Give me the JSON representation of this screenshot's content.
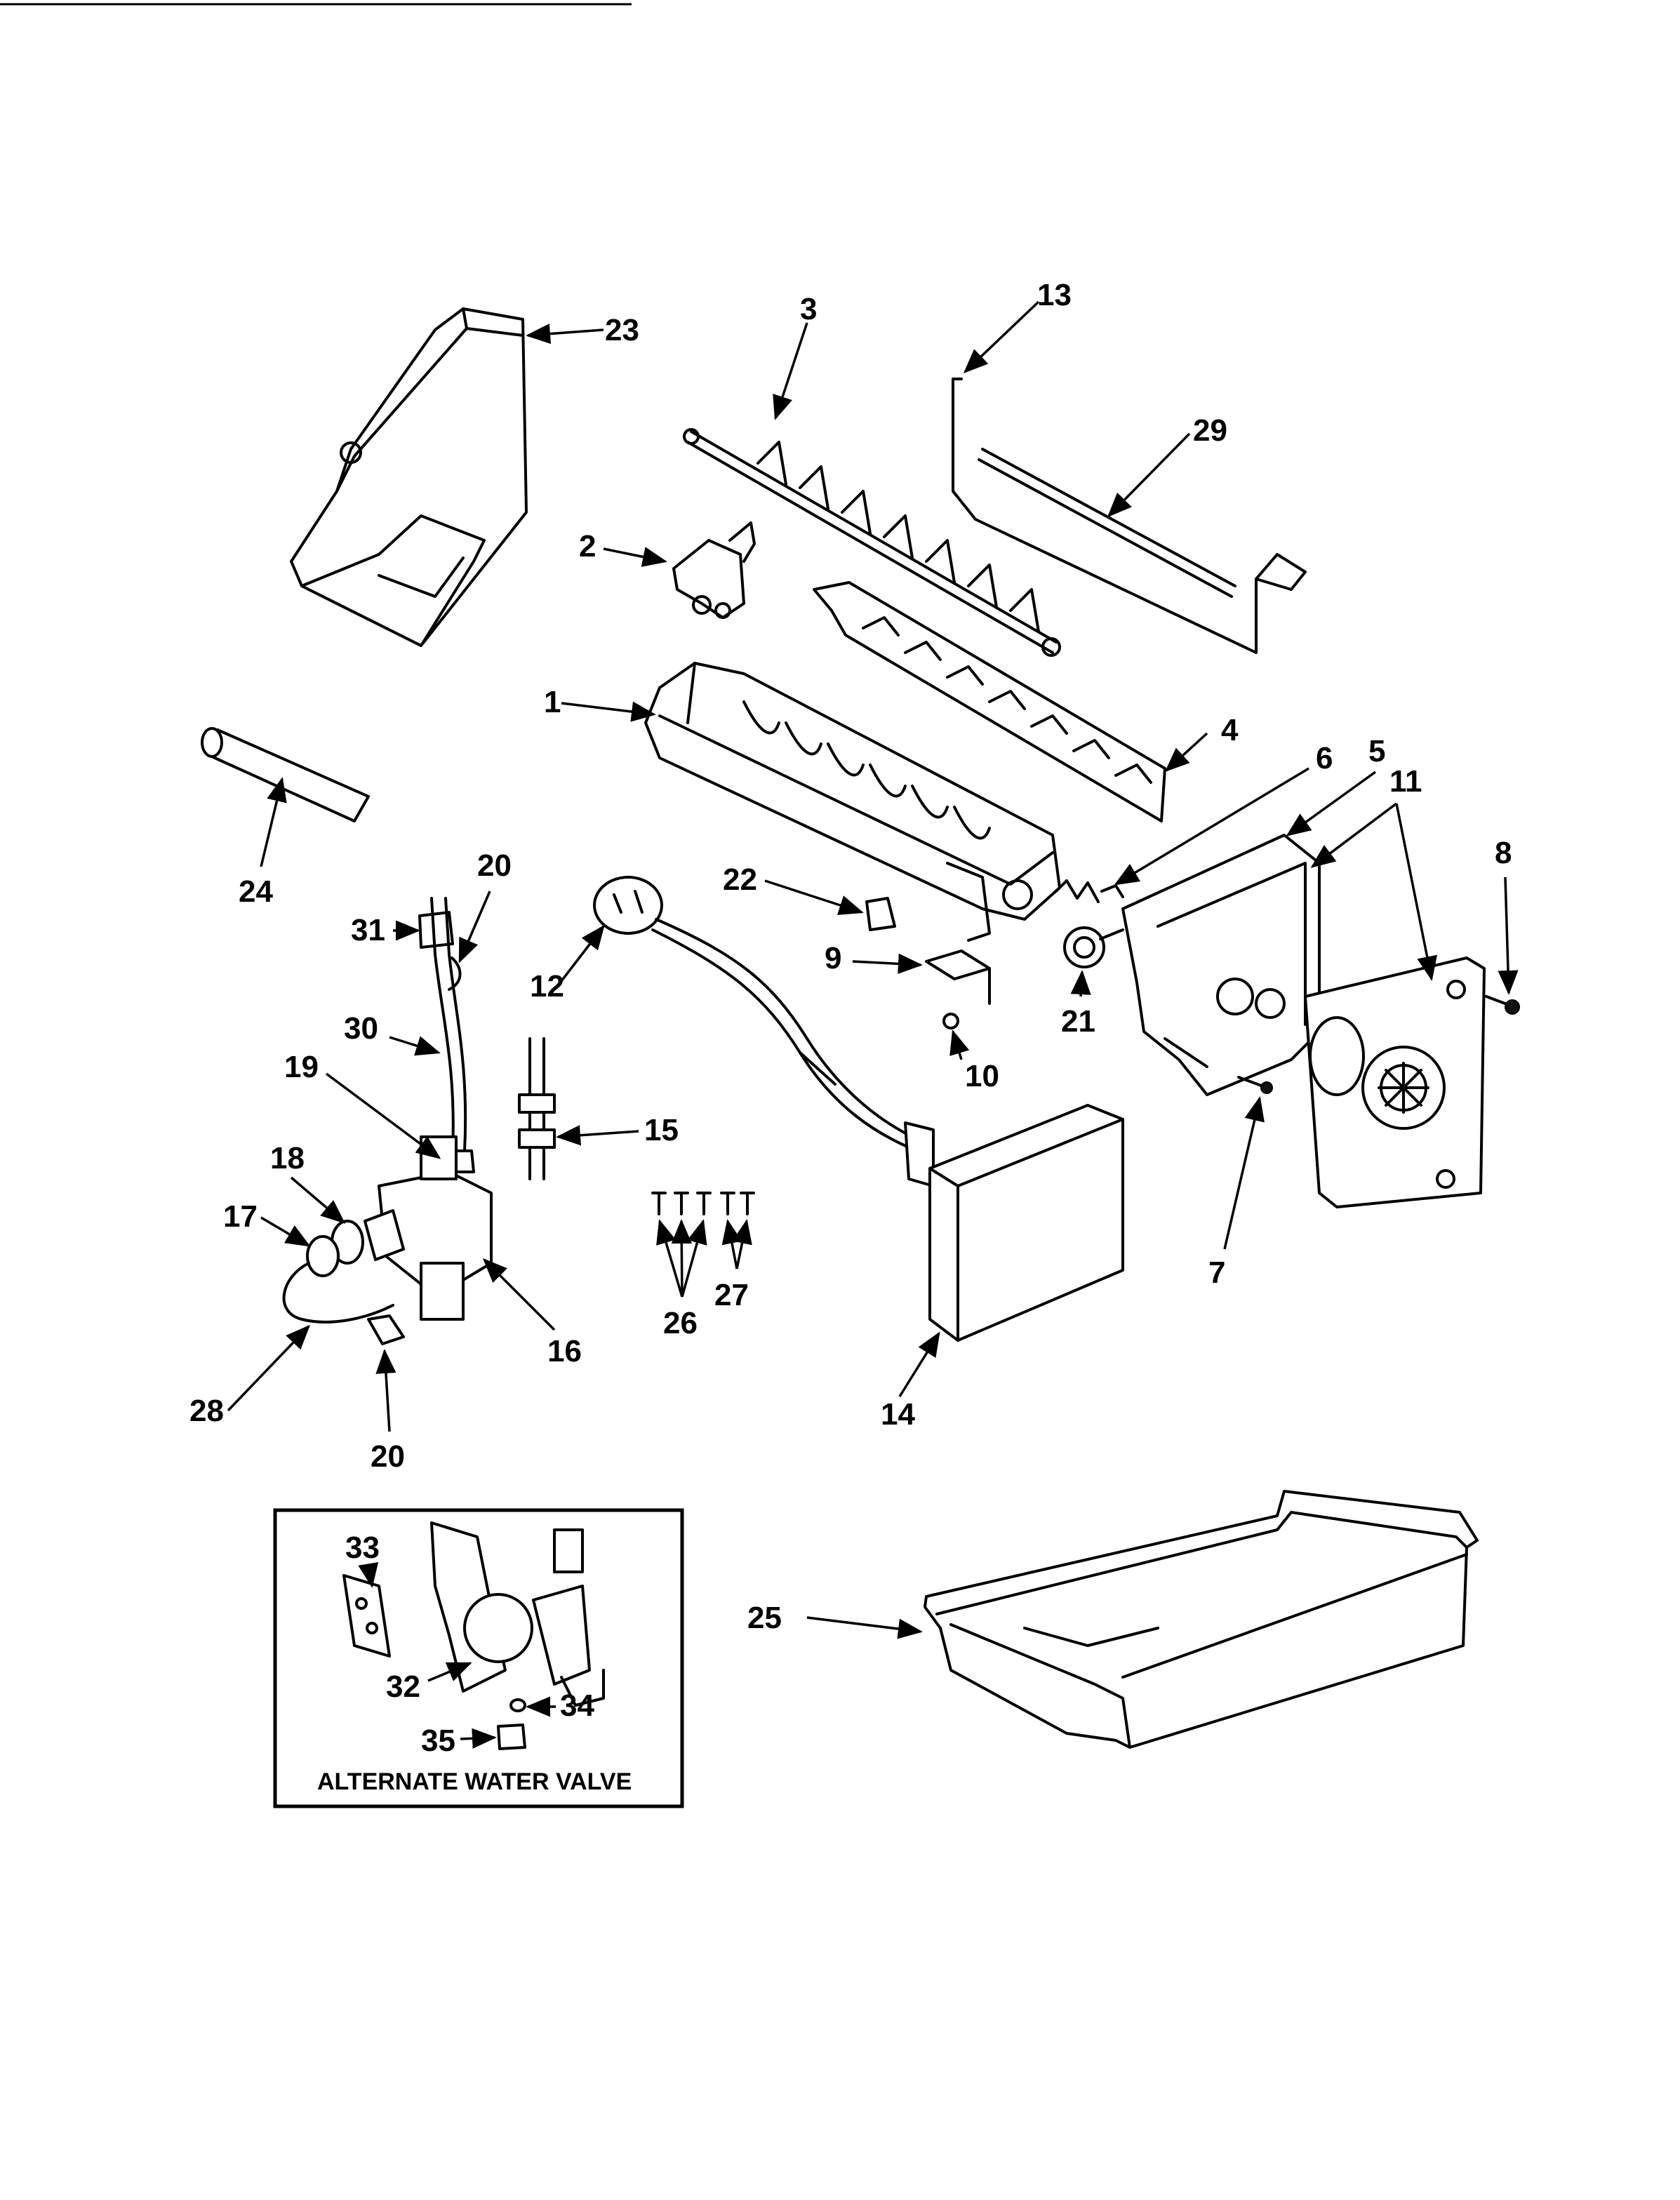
{
  "labels": {
    "p1": "1",
    "p2": "2",
    "p3": "3",
    "p4": "4",
    "p5": "5",
    "p6": "6",
    "p7": "7",
    "p8": "8",
    "p9": "9",
    "p10": "10",
    "p11": "11",
    "p12": "12",
    "p13": "13",
    "p14": "14",
    "p15": "15",
    "p16": "16",
    "p17": "17",
    "p18": "18",
    "p19": "19",
    "p20a": "20",
    "p20b": "20",
    "p21": "21",
    "p22": "22",
    "p23": "23",
    "p24": "24",
    "p25": "25",
    "p26": "26",
    "p27": "27",
    "p28": "28",
    "p29": "29",
    "p30": "30",
    "p31": "31",
    "p32": "32",
    "p33": "33",
    "p34": "34",
    "p35": "35"
  },
  "inset": {
    "caption": "ALTERNATE WATER VALVE"
  }
}
